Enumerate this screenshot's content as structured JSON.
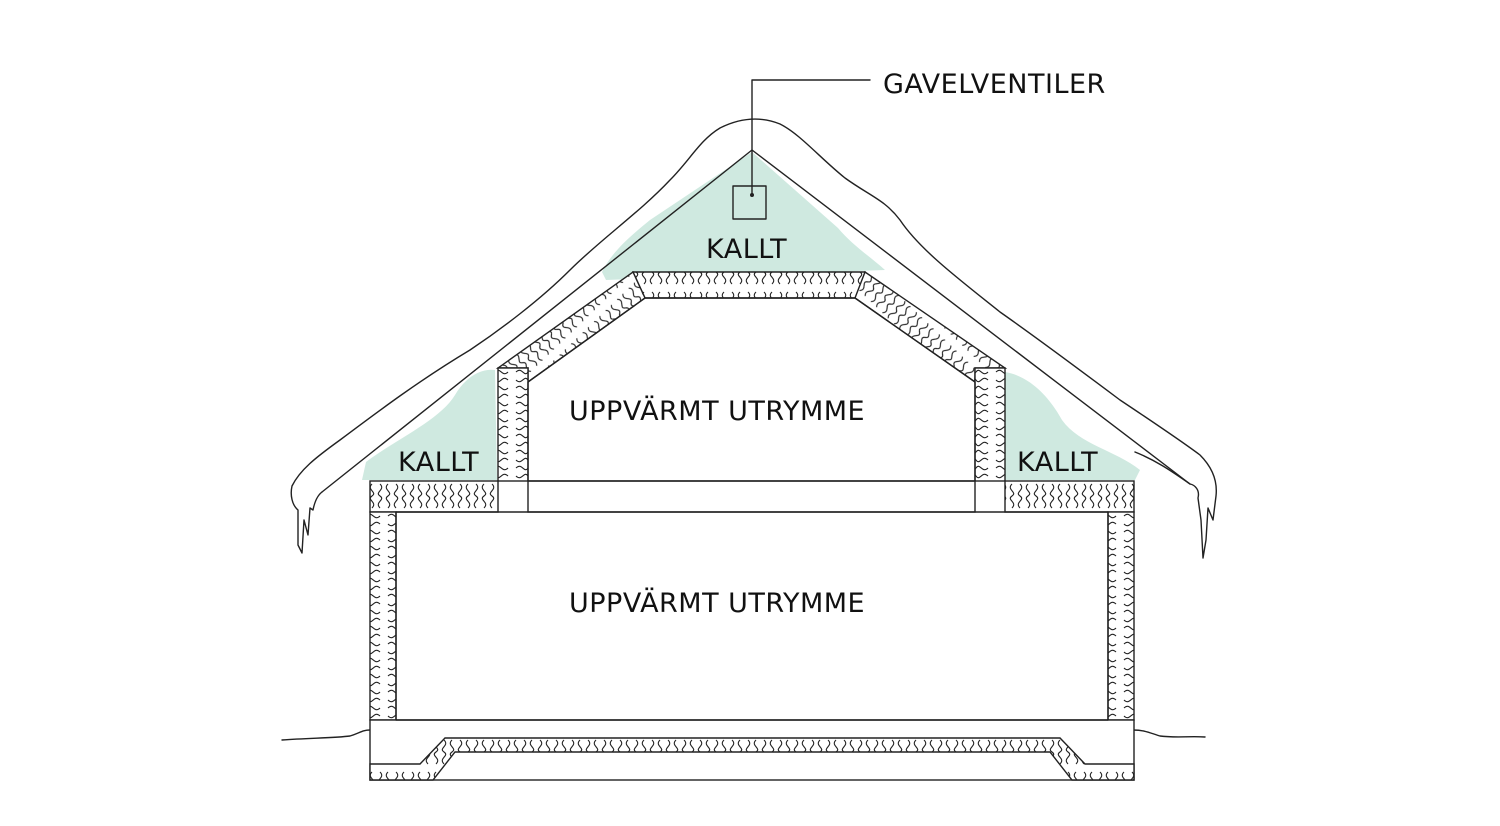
{
  "labels": {
    "gable_vents": "GAVELVENTILER",
    "cold_top": "KALLT",
    "cold_left": "KALLT",
    "cold_right": "KALLT",
    "heated_upper": "UPPVÄRMT UTRYMME",
    "heated_lower": "UPPVÄRMT UTRYMME"
  },
  "colors": {
    "cold_zone": "#cfe9e0",
    "line": "#222222",
    "background": "#ffffff"
  }
}
